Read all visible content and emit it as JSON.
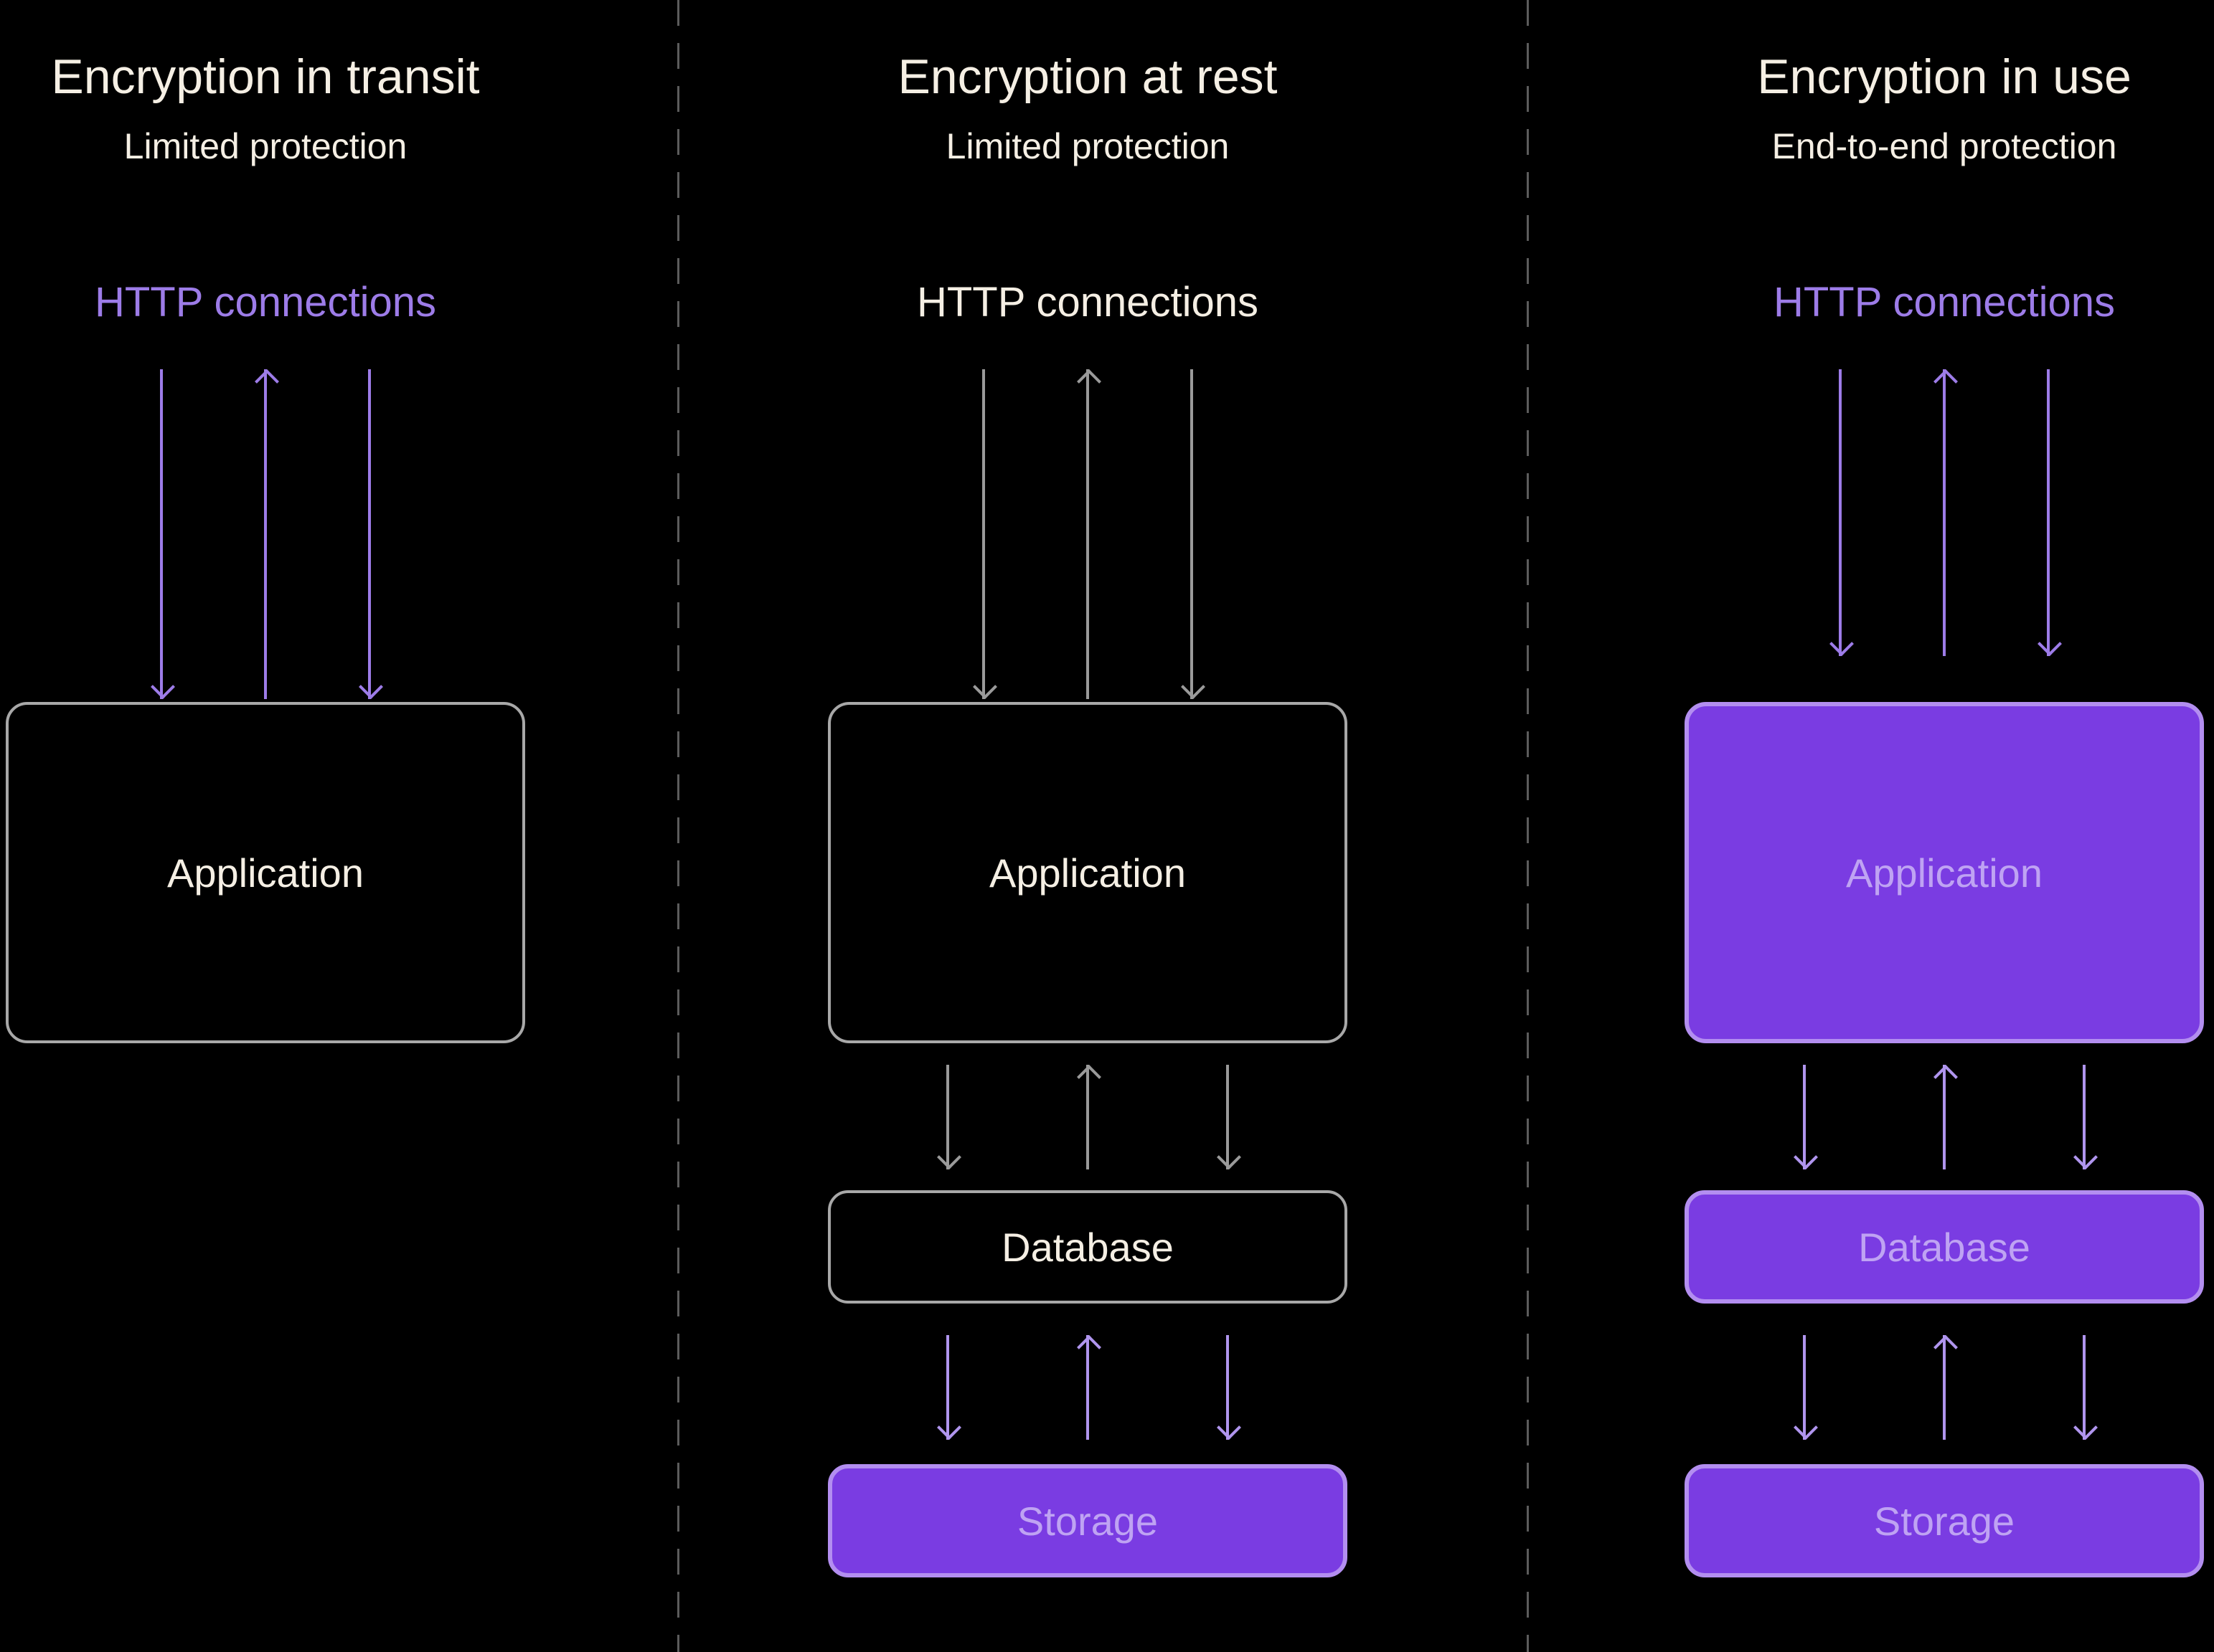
{
  "colors": {
    "background": "#000000",
    "text_primary": "#f5efe4",
    "accent_purple": "#9d7ce8",
    "arrow_purple": "#9d7ce8",
    "arrow_light_purple": "#b095ee",
    "arrow_gray": "#9a9a9a",
    "box_gray_border": "#a8a8a8",
    "box_purple_fill": "#7a3ce2",
    "box_purple_border": "#b38ef0",
    "box_purple_text": "#bfa3f3",
    "divider_gray": "#5c5c5c"
  },
  "columns": [
    {
      "title": "Encryption in transit",
      "subtitle": "Limited protection",
      "connection_label": "HTTP connections",
      "connection_color": "purple",
      "nodes": [
        {
          "label": "Application",
          "style": "gray"
        }
      ],
      "links": [
        {
          "from": "HTTP connections",
          "to": "Application",
          "arrows": "down-up-down",
          "color": "purple"
        }
      ]
    },
    {
      "title": "Encryption at rest",
      "subtitle": "Limited protection",
      "connection_label": "HTTP connections",
      "connection_color": "white",
      "nodes": [
        {
          "label": "Application",
          "style": "gray"
        },
        {
          "label": "Database",
          "style": "gray"
        },
        {
          "label": "Storage",
          "style": "purple"
        }
      ],
      "links": [
        {
          "from": "HTTP connections",
          "to": "Application",
          "arrows": "down-up-down",
          "color": "gray"
        },
        {
          "from": "Application",
          "to": "Database",
          "arrows": "down-up-down",
          "color": "gray"
        },
        {
          "from": "Database",
          "to": "Storage",
          "arrows": "down-up-down",
          "color": "light_purple"
        }
      ]
    },
    {
      "title": "Encryption in use",
      "subtitle": "End-to-end protection",
      "connection_label": "HTTP connections",
      "connection_color": "purple",
      "nodes": [
        {
          "label": "Application",
          "style": "purple"
        },
        {
          "label": "Database",
          "style": "purple"
        },
        {
          "label": "Storage",
          "style": "purple"
        }
      ],
      "links": [
        {
          "from": "HTTP connections",
          "to": "Application",
          "arrows": "down-up-down",
          "color": "purple"
        },
        {
          "from": "Application",
          "to": "Database",
          "arrows": "down-up-down",
          "color": "light_purple"
        },
        {
          "from": "Database",
          "to": "Storage",
          "arrows": "down-up-down",
          "color": "light_purple"
        }
      ]
    }
  ]
}
